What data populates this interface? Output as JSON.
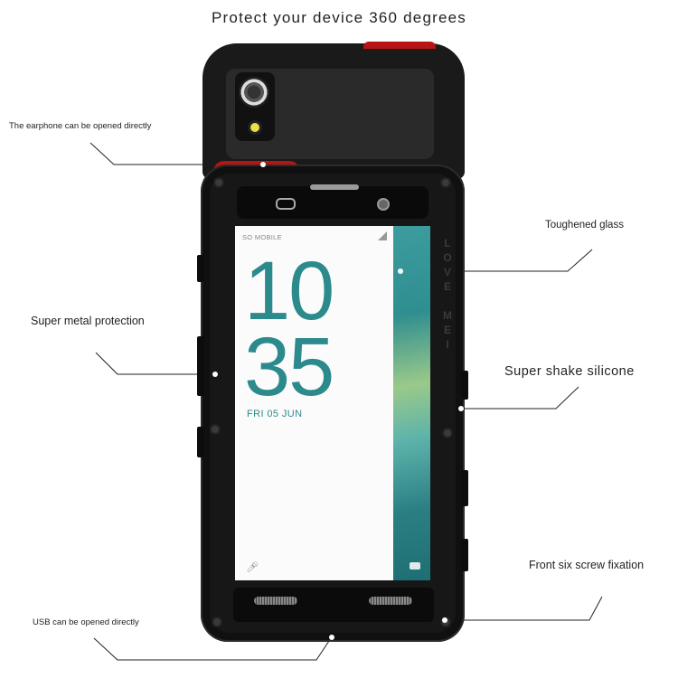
{
  "headline": "Protect your device 360 degrees",
  "callouts": {
    "earphone": "The earphone can be opened directly",
    "metal": "Super metal protection",
    "usb": "USB can be opened directly",
    "glass": "Toughened glass",
    "silicone": "Super shake silicone",
    "screws": "Front six screw fixation"
  },
  "phone_screen": {
    "carrier": "SO MOBILE",
    "clock_hour": "10",
    "clock_minute": "35",
    "date": "FRI 05 JUN"
  },
  "case_brand": "LOVE MEI",
  "icons": [
    "camera-lens-icon",
    "flash-icon",
    "microphone-icon",
    "camera-shortcut-icon",
    "signal-icon",
    "screw-icon"
  ],
  "colors": {
    "case": "#101010",
    "accent_red": "#b81414",
    "clock_teal": "#2d8a8c"
  }
}
